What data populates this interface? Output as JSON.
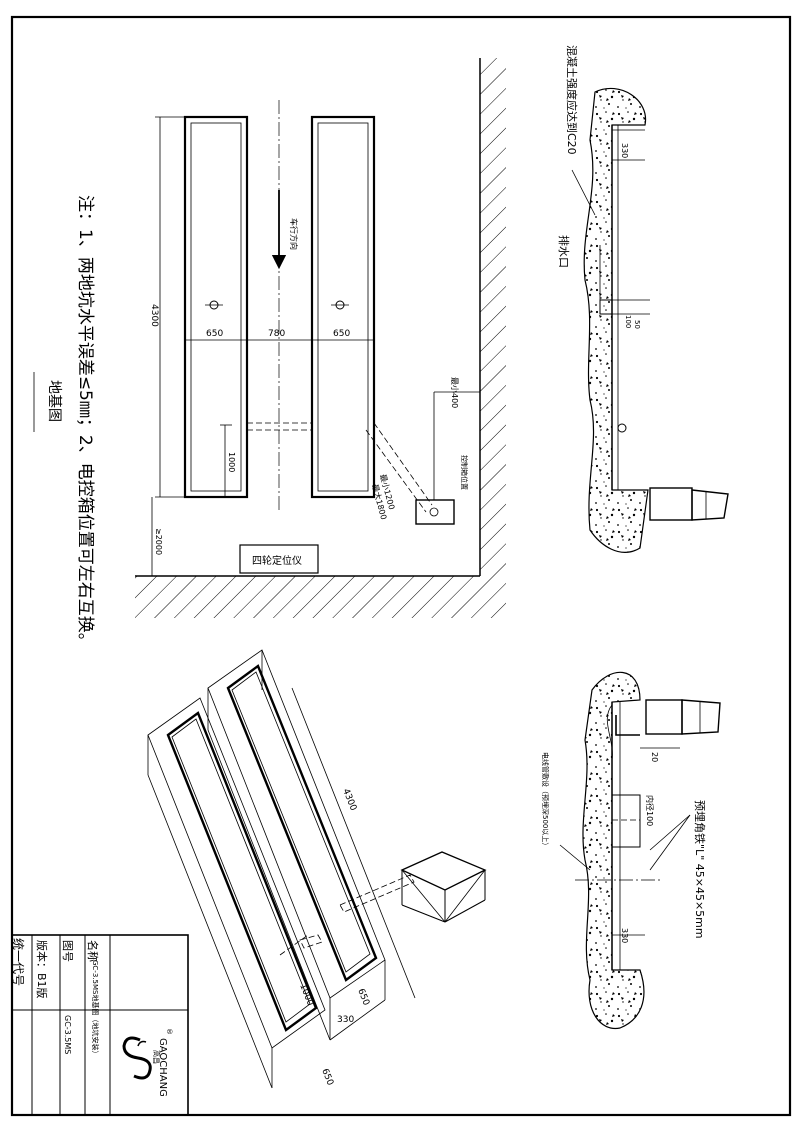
{
  "note": {
    "line1": "注：1、两地坑水平误差≤5㎜；2、电控箱位置可左右互换。",
    "title": "地基图"
  },
  "plan": {
    "dim_length": "4300",
    "dim_pit_width_left": "650",
    "dim_gap": "780",
    "dim_pit_width_right": "650",
    "dim_1000": "1000",
    "dim_2000": "≥2000",
    "dim_min_400": "最小400",
    "dim_min_1200": "最小1200",
    "dim_max_1800": "最大1800",
    "direction_label": "车行方向",
    "control_box_label": "控制箱位置",
    "wheel_aligner_label": "四轮定位仪"
  },
  "section_top": {
    "concrete_note": "混凝土强度应达到C20",
    "drain_label": "排水口",
    "dim_330": "330",
    "dim_100": "100",
    "dim_50": "50"
  },
  "section_bottom": {
    "dim_20": "20",
    "dim_inner_diameter": "内径100",
    "dim_330": "330",
    "angle_steel_label": "预埋角铁\"L\" 45×45×5mm",
    "conduit_note": "电线管敷设（预埋深500以上）"
  },
  "iso": {
    "dim_4300": "4300",
    "dim_1000": "1000",
    "dim_650_a": "650",
    "dim_650_b": "650",
    "dim_330": "330"
  },
  "title_block": {
    "label_name": "名称",
    "name_value": "GC-3.5MS地基图（地坑安装）",
    "label_drawing_no": "图号",
    "drawing_no_value": "GC-3.5MS",
    "label_version": "版本：B1版",
    "label_code": "统一代号",
    "brand_cn": "高昌",
    "brand_en": "GAOCHANG",
    "brand_mark": "®"
  }
}
